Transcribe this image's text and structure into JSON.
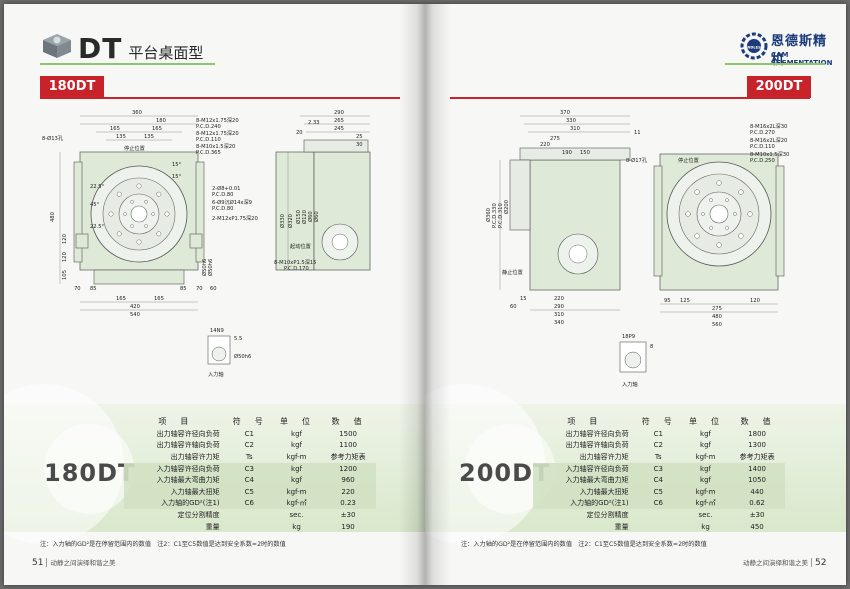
{
  "header": {
    "series_code": "DT",
    "series_name": "平台桌面型",
    "brand_cn": "恩德斯精机",
    "brand_en": "CAM SEGMENTATION",
    "brand_logo_text": "ENDLESS"
  },
  "left_page": {
    "model": "180DT",
    "page_number": "51",
    "footer_text": "动静之间演绎和谐之美",
    "drawing_labels": {
      "dims_top": [
        "360",
        "180",
        "165",
        "165",
        "135",
        "135",
        "8-Ø13孔",
        "停止位置"
      ],
      "callouts": [
        "8-M12x1.75深20",
        "P.C.D.240",
        "8-M12x1.75深20",
        "P.C.D.110",
        "8-M10x1.5深20",
        "P.C.D.365"
      ],
      "mid_callouts": [
        "2-Ø8+0.01",
        "P.C.D.80",
        "6-Ø9沉Ø14x深9",
        "P.C.D.80",
        "2-M12xP1.75深20"
      ],
      "angles": [
        "22.5°",
        "45°",
        "22.5°",
        "15°",
        "15°"
      ],
      "left_dims": [
        "480",
        "120",
        "105",
        "120",
        "Ø50h6",
        "Ø50h6"
      ],
      "bottom_dims": [
        "70",
        "85",
        "165",
        "165",
        "85",
        "70",
        "420",
        "540",
        "60"
      ],
      "side_dims_top": [
        "290",
        "265",
        "245",
        "2.33",
        "20",
        "25",
        "30"
      ],
      "side_vertical": [
        "Ø330",
        "Ø320",
        "Ø150",
        "Ø120",
        "Ø60",
        "Ø60"
      ],
      "side_callouts": [
        "起动位置",
        "8-M10xP1.5深15",
        "P.C.D.170"
      ],
      "shaft_labels": [
        "14N9",
        "5.5",
        "Ø50h6",
        "入力轴"
      ]
    },
    "spec": {
      "headers": [
        "项　目",
        "符　号",
        "单　位",
        "数　值"
      ],
      "rows": [
        {
          "item": "出力轴容许径向负荷",
          "symbol": "C1",
          "unit": "kgf",
          "value": "1500",
          "shade": false
        },
        {
          "item": "出力轴容许轴向负荷",
          "symbol": "C2",
          "unit": "kgf",
          "value": "1100",
          "shade": false
        },
        {
          "item": "出力轴容许力矩",
          "symbol": "Ts",
          "unit": "kgf-m",
          "value": "参考力矩表",
          "shade": false
        },
        {
          "item": "入力轴容许径向负荷",
          "symbol": "C3",
          "unit": "kgf",
          "value": "1200",
          "shade": true
        },
        {
          "item": "入力轴最大弯曲力矩",
          "symbol": "C4",
          "unit": "kgf",
          "value": "960",
          "shade": true
        },
        {
          "item": "入力轴最大扭矩",
          "symbol": "C5",
          "unit": "kgf-m",
          "value": "220",
          "shade": true
        },
        {
          "item": "入力轴的GD²(注1)",
          "symbol": "C6",
          "unit": "kgf-㎡",
          "value": "0.23",
          "shade": true
        },
        {
          "item": "定位分割精度",
          "symbol": "",
          "unit": "sec.",
          "value": "±30",
          "shade": false
        },
        {
          "item": "重量",
          "symbol": "",
          "unit": "kg",
          "value": "190",
          "shade": false
        }
      ]
    },
    "note": "注：入力轴的GD²是在停留范围内的数值　注2：C1至C5数值是达到安全系数=2时的数值"
  },
  "right_page": {
    "model": "200DT",
    "page_number": "52",
    "footer_text": "动静之间演绎和谐之美",
    "drawing_labels": {
      "dims_top": [
        "370",
        "330",
        "310",
        "275",
        "220",
        "190",
        "150",
        "11"
      ],
      "callouts": [
        "8-M16x2L深30",
        "P.C.D.270",
        "8-M16x2L深20",
        "P.C.D.110",
        "8-M10x1.5深30",
        "P.C.D.250"
      ],
      "side_callouts": [
        "8-Ø17孔",
        "停止位置",
        "静止位置"
      ],
      "left_vertical": [
        "Ø360",
        "P.C.D.330",
        "P.C.D.310",
        "Ø200"
      ],
      "bottom_dims": [
        "220",
        "290",
        "310",
        "340",
        "15",
        "60",
        "125",
        "95",
        "120",
        "275",
        "480",
        "560"
      ],
      "shaft_labels": [
        "18P9",
        "8",
        "入力轴"
      ]
    },
    "spec": {
      "headers": [
        "项　目",
        "符　号",
        "单　位",
        "数　值"
      ],
      "rows": [
        {
          "item": "出力轴容许径向负荷",
          "symbol": "C1",
          "unit": "kgf",
          "value": "1800",
          "shade": false
        },
        {
          "item": "出力轴容许轴向负荷",
          "symbol": "C2",
          "unit": "kgf",
          "value": "1300",
          "shade": false
        },
        {
          "item": "出力轴容许力矩",
          "symbol": "Ts",
          "unit": "kgf-m",
          "value": "参考力矩表",
          "shade": false
        },
        {
          "item": "入力轴容许径向负荷",
          "symbol": "C3",
          "unit": "kgf",
          "value": "1400",
          "shade": true
        },
        {
          "item": "入力轴最大弯曲力矩",
          "symbol": "C4",
          "unit": "kgf",
          "value": "1050",
          "shade": true
        },
        {
          "item": "入力轴最大扭矩",
          "symbol": "C5",
          "unit": "kgf-m",
          "value": "440",
          "shade": true
        },
        {
          "item": "入力轴的GD²(注1)",
          "symbol": "C6",
          "unit": "kgf-㎡",
          "value": "0.62",
          "shade": true
        },
        {
          "item": "定位分割精度",
          "symbol": "",
          "unit": "sec.",
          "value": "±30",
          "shade": false
        },
        {
          "item": "重量",
          "symbol": "",
          "unit": "kg",
          "value": "450",
          "shade": false
        }
      ]
    },
    "note": "注：入力轴的GD²是在停留范围内的数值　注2：C1至C5数值是达到安全系数=2时的数值"
  },
  "colors": {
    "accent_red": "#c8222a",
    "accent_green": "#8cc56b",
    "body_fill": "#dfe9d7",
    "brand_blue": "#1c3b7a"
  }
}
